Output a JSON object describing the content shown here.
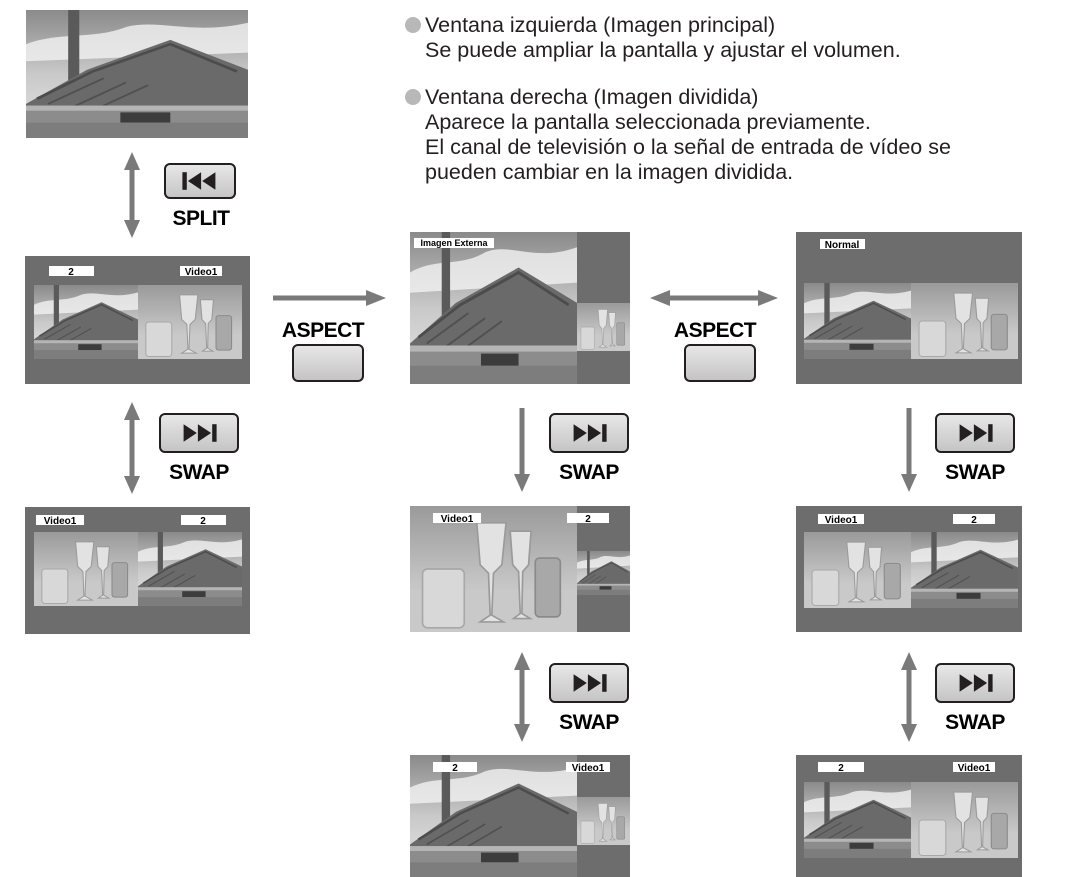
{
  "notes": [
    {
      "lines": [
        "Ventana izquierda (Imagen principal)",
        "Se puede ampliar la pantalla y ajustar el volumen."
      ]
    },
    {
      "lines": [
        "Ventana derecha (Imagen dividida)",
        "Aparece la pantalla seleccionada previamente.",
        "El canal de televisión o la señal de entrada de vídeo se",
        "pueden cambiar en la imagen dividida."
      ]
    }
  ],
  "buttons": {
    "split": "SPLIT",
    "swap": "SWAP",
    "aspect": "ASPECT"
  },
  "screens": {
    "split_left": {
      "tag_left": "2",
      "tag_right": "Video1"
    },
    "swap_left": {
      "tag_left": "Video1",
      "tag_right": "2"
    },
    "external_top": {
      "tag_left": "Imagen Externa"
    },
    "external_mid": {
      "tag_left": "Video1",
      "tag_right": "2"
    },
    "external_bottom": {
      "tag_left": "2",
      "tag_right": "Video1"
    },
    "normal_top": {
      "tag_left": "Normal"
    },
    "normal_mid": {
      "tag_left": "Video1",
      "tag_right": "2"
    },
    "normal_bottom": {
      "tag_left": "2",
      "tag_right": "Video1"
    }
  },
  "icons": {
    "split_button_icon": "skip-back-icon",
    "swap_button_icon": "skip-forward-icon"
  },
  "colors": {
    "screen_bg": "#6d6d6d",
    "arrow": "#7a7a7a",
    "button_face": "#d4d4d4",
    "bullet": "#b8b8b8"
  }
}
